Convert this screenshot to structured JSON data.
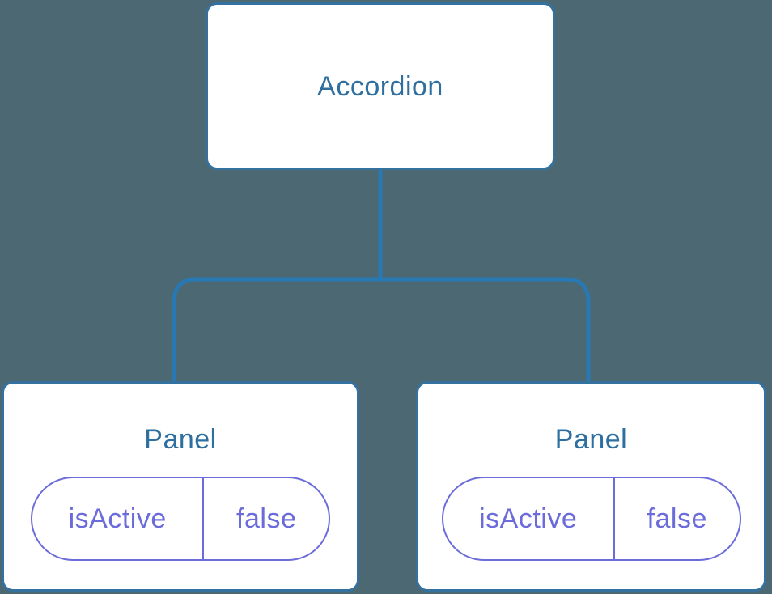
{
  "diagram": {
    "type": "component-tree",
    "colors": {
      "background": "#4C6973",
      "node_fill": "#FFFFFF",
      "node_border": "#35719E",
      "node_text": "#2E6F9F",
      "connector": "#2878B4",
      "state_pill": "#6B6BDB"
    },
    "root": {
      "label": "Accordion"
    },
    "children": [
      {
        "label": "Panel",
        "state": {
          "key": "isActive",
          "value": "false"
        }
      },
      {
        "label": "Panel",
        "state": {
          "key": "isActive",
          "value": "false"
        }
      }
    ]
  }
}
